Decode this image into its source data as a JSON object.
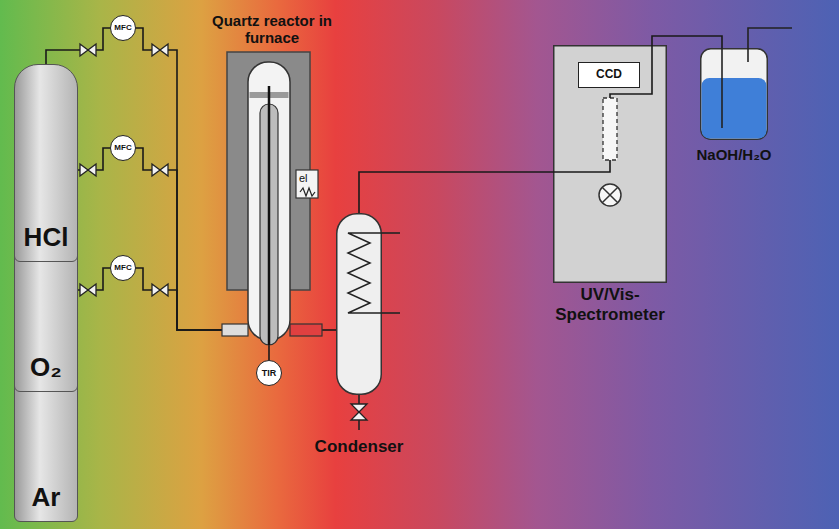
{
  "diagram": {
    "nodes": [
      {
        "text": [
          "HCl"
        ]
      },
      {
        "text": [
          "MFC"
        ]
      },
      {
        "text": [
          "O₂"
        ]
      },
      {
        "text": [
          "MFC"
        ]
      },
      {
        "text": [
          "Ar"
        ]
      },
      {
        "text": [
          "MFC"
        ]
      },
      {
        "text": [
          "Quartz reactor in furnace"
        ]
      },
      {
        "text": [
          "TIR"
        ]
      },
      {
        "text": [
          "Condenser"
        ]
      },
      {
        "text": [
          "UV/Vis-Spectrometer"
        ]
      },
      {
        "text": [
          "CCD"
        ],
        "in": 9
      },
      {
        "text": [
          "NaOH/H₂O"
        ]
      }
    ],
    "edges": [
      {
        "from": 0,
        "to": 1,
        "arrow": "none"
      },
      {
        "from": 1,
        "to": 6,
        "arrow": "none"
      },
      {
        "from": 2,
        "to": 3,
        "arrow": "none"
      },
      {
        "from": 3,
        "to": 6,
        "arrow": "none"
      },
      {
        "from": 4,
        "to": 5,
        "arrow": "none"
      },
      {
        "from": 5,
        "to": 6,
        "arrow": "none"
      },
      {
        "from": 6,
        "to": 7,
        "arrow": "none"
      },
      {
        "from": 6,
        "to": 8,
        "arrow": "none"
      },
      {
        "from": 8,
        "to": 9,
        "arrow": "none"
      },
      {
        "from": 9,
        "to": 11,
        "arrow": "none"
      }
    ],
    "labels": [
      "el"
    ]
  }
}
